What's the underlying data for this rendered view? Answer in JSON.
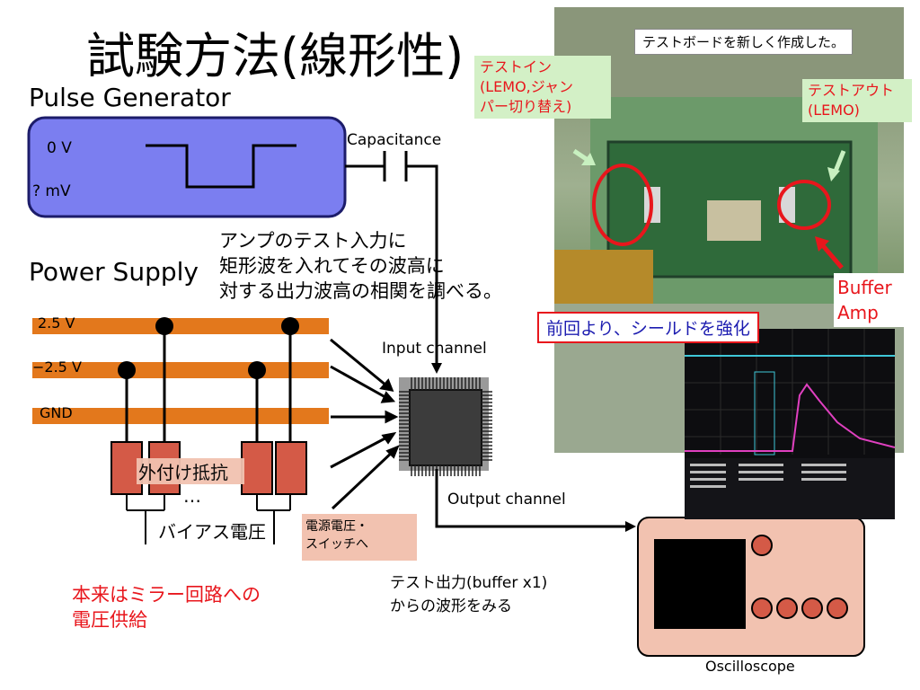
{
  "title": "試験方法(線形性)",
  "pulse_generator": {
    "label": "Pulse Generator",
    "level_high": "0 V",
    "level_low": "? mV"
  },
  "capacitance_label": "Capacitance",
  "power_supply": {
    "label": "Power Supply",
    "rails": [
      "2.5 V",
      "−2.5 V",
      "GND"
    ]
  },
  "description_lines": [
    "アンプのテスト入力に",
    "矩形波を入れてその波高に",
    "対する出力波高の相関を調べる。"
  ],
  "input_channel_label": "Input channel",
  "output_channel_label": "Output channel",
  "external_resistor_label": "外付け抵抗",
  "ellipsis": "…",
  "bias_voltage_label": "バイアス電圧",
  "power_switch_note": [
    "電源電圧・",
    "スイッチへ"
  ],
  "mirror_note": [
    "本来はミラー回路への",
    "電圧供給"
  ],
  "test_output_note": [
    "テスト出力(buffer x1)",
    "からの波形をみる"
  ],
  "oscilloscope_label": "Oscilloscope",
  "photo": {
    "caption": "テストボードを新しく作成した。",
    "test_in_label": [
      "テストイン",
      "(LEMO,ジャン",
      "パー切り替え)"
    ],
    "test_out_label": [
      "テストアウト",
      "(LEMO)"
    ],
    "buffer_amp_label": [
      "Buffer",
      "Amp"
    ],
    "shield_note": "前回より、シールドを強化"
  },
  "colors": {
    "pulse_box": "#7b7ef0",
    "rail": "#e3781c",
    "resistor": "#d45a47",
    "oscilloscope_body": "#f2c2b0",
    "red_text": "#e8161c",
    "shield_text": "#1c1cb0"
  }
}
